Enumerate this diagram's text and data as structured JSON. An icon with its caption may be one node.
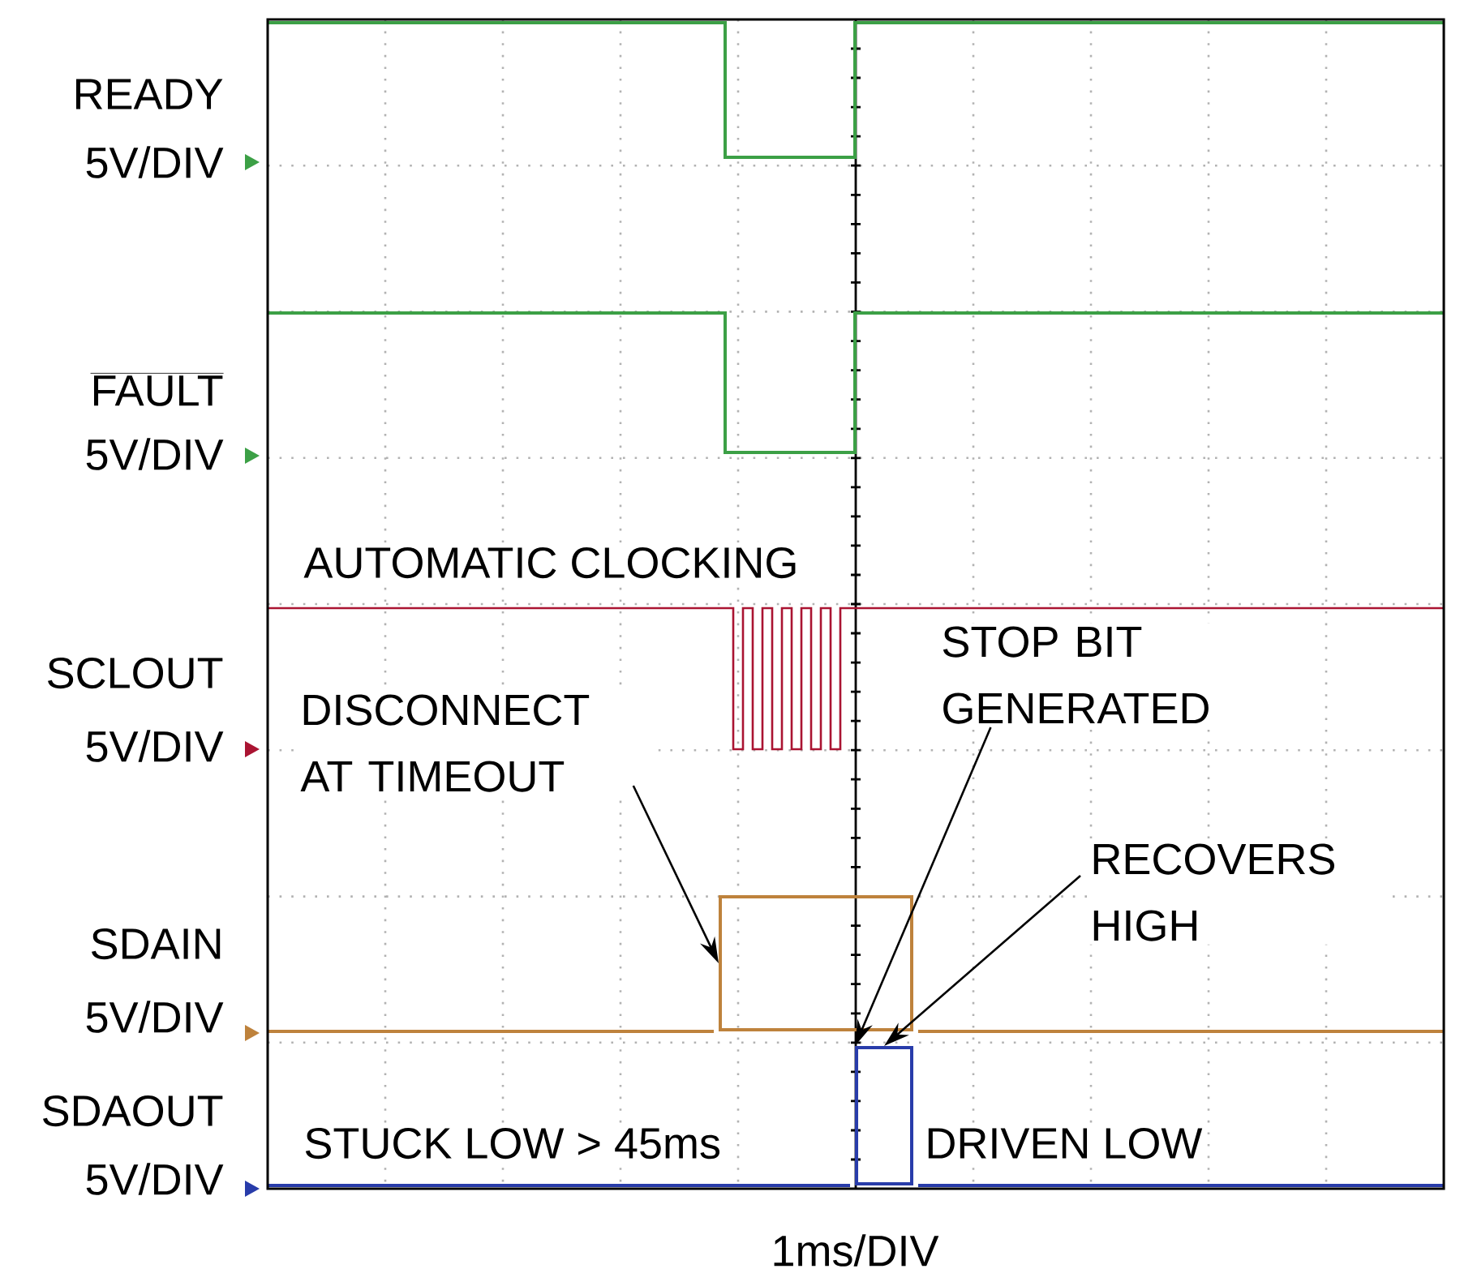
{
  "diagram": {
    "nodes": [
      {
        "text": [
          "DISCONNECT AT TIMEOUT"
        ]
      },
      {
        "text": [
          "STOP BIT GENERATED"
        ]
      },
      {
        "text": [
          "RECOVERS HIGH"
        ]
      },
      {
        "text": [],
        "shape": "bar"
      },
      {
        "text": [],
        "shape": "bar"
      }
    ],
    "edges": [
      {
        "from": 0,
        "to": 3,
        "arrow": "to"
      },
      {
        "from": 1,
        "to": 4,
        "arrow": "to"
      },
      {
        "from": 2,
        "to": 4,
        "arrow": "to"
      }
    ],
    "labels": [
      "READY",
      "5V/DIV",
      "FAULT",
      "5V/DIV",
      "AUTOMATIC CLOCKING",
      "SCLOUT",
      "5V/DIV",
      "SDAIN",
      "5V/DIV",
      "SDAOUT",
      "5V/DIV",
      "STUCK LOW > 45ms",
      "DRIVEN LOW",
      "1ms/DIV"
    ]
  }
}
